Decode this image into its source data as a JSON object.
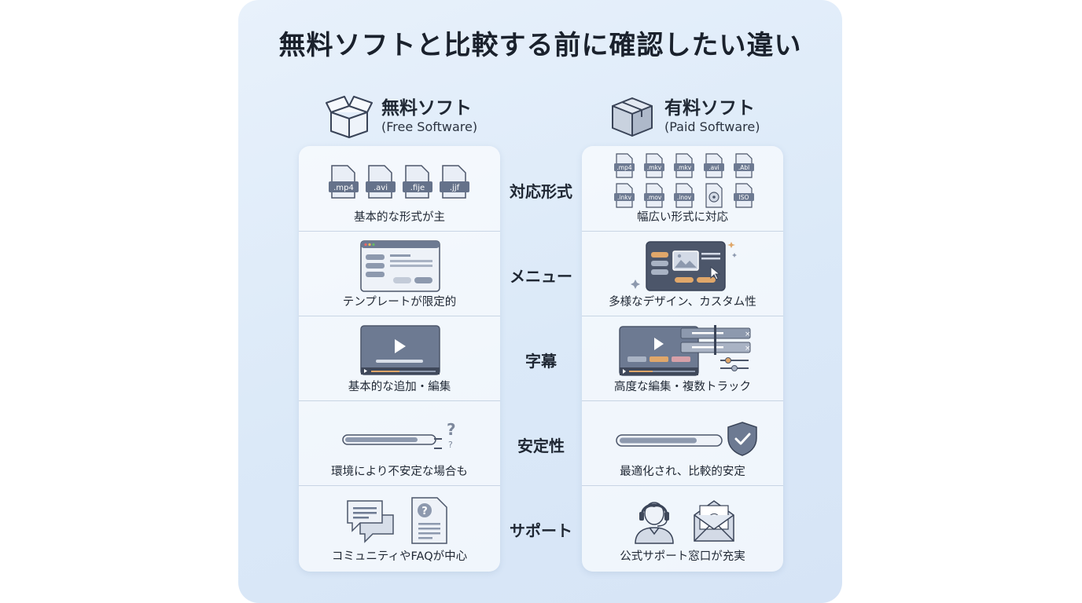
{
  "title": "無料ソフトと比較する前に確認したい違い",
  "free": {
    "name": "無料ソフト",
    "sub": "(Free Software)",
    "formats": [
      ".mp4",
      ".avi",
      ".fije",
      ".jjf"
    ]
  },
  "paid": {
    "name": "有料ソフト",
    "sub": "(Paid Software)",
    "formats_row1": [
      ".mp4",
      ".mkv",
      ".mkv",
      ".avi",
      ".Abl"
    ],
    "formats_row2": [
      ".inkv",
      ".mov",
      ".inov",
      "",
      "ISO"
    ]
  },
  "rows": [
    {
      "label": "対応形式",
      "free": "基本的な形式が主",
      "paid": "幅広い形式に対応"
    },
    {
      "label": "メニュー",
      "free": "テンプレートが限定的",
      "paid": "多様なデザイン、カスタム性"
    },
    {
      "label": "字幕",
      "free": "基本的な追加・編集",
      "paid": "高度な編集・複数トラック"
    },
    {
      "label": "安定性",
      "free": "環境により不安定な場合も",
      "paid": "最適化され、比較的安定"
    },
    {
      "label": "サポート",
      "free": "コミュニティやFAQが中心",
      "paid": "公式サポート窓口が充実"
    }
  ],
  "icons": {
    "free_header": "open-box-icon",
    "paid_header": "closed-box-icon",
    "email": "email-at-icon",
    "operator": "headset-operator-icon",
    "chat": "chat-bubbles-icon",
    "faq": "faq-document-icon",
    "shield": "shield-check-icon"
  },
  "colors": {
    "accent_orange": "#e0a76a",
    "slate": "#6d7a92",
    "background": "#dde9f7"
  }
}
